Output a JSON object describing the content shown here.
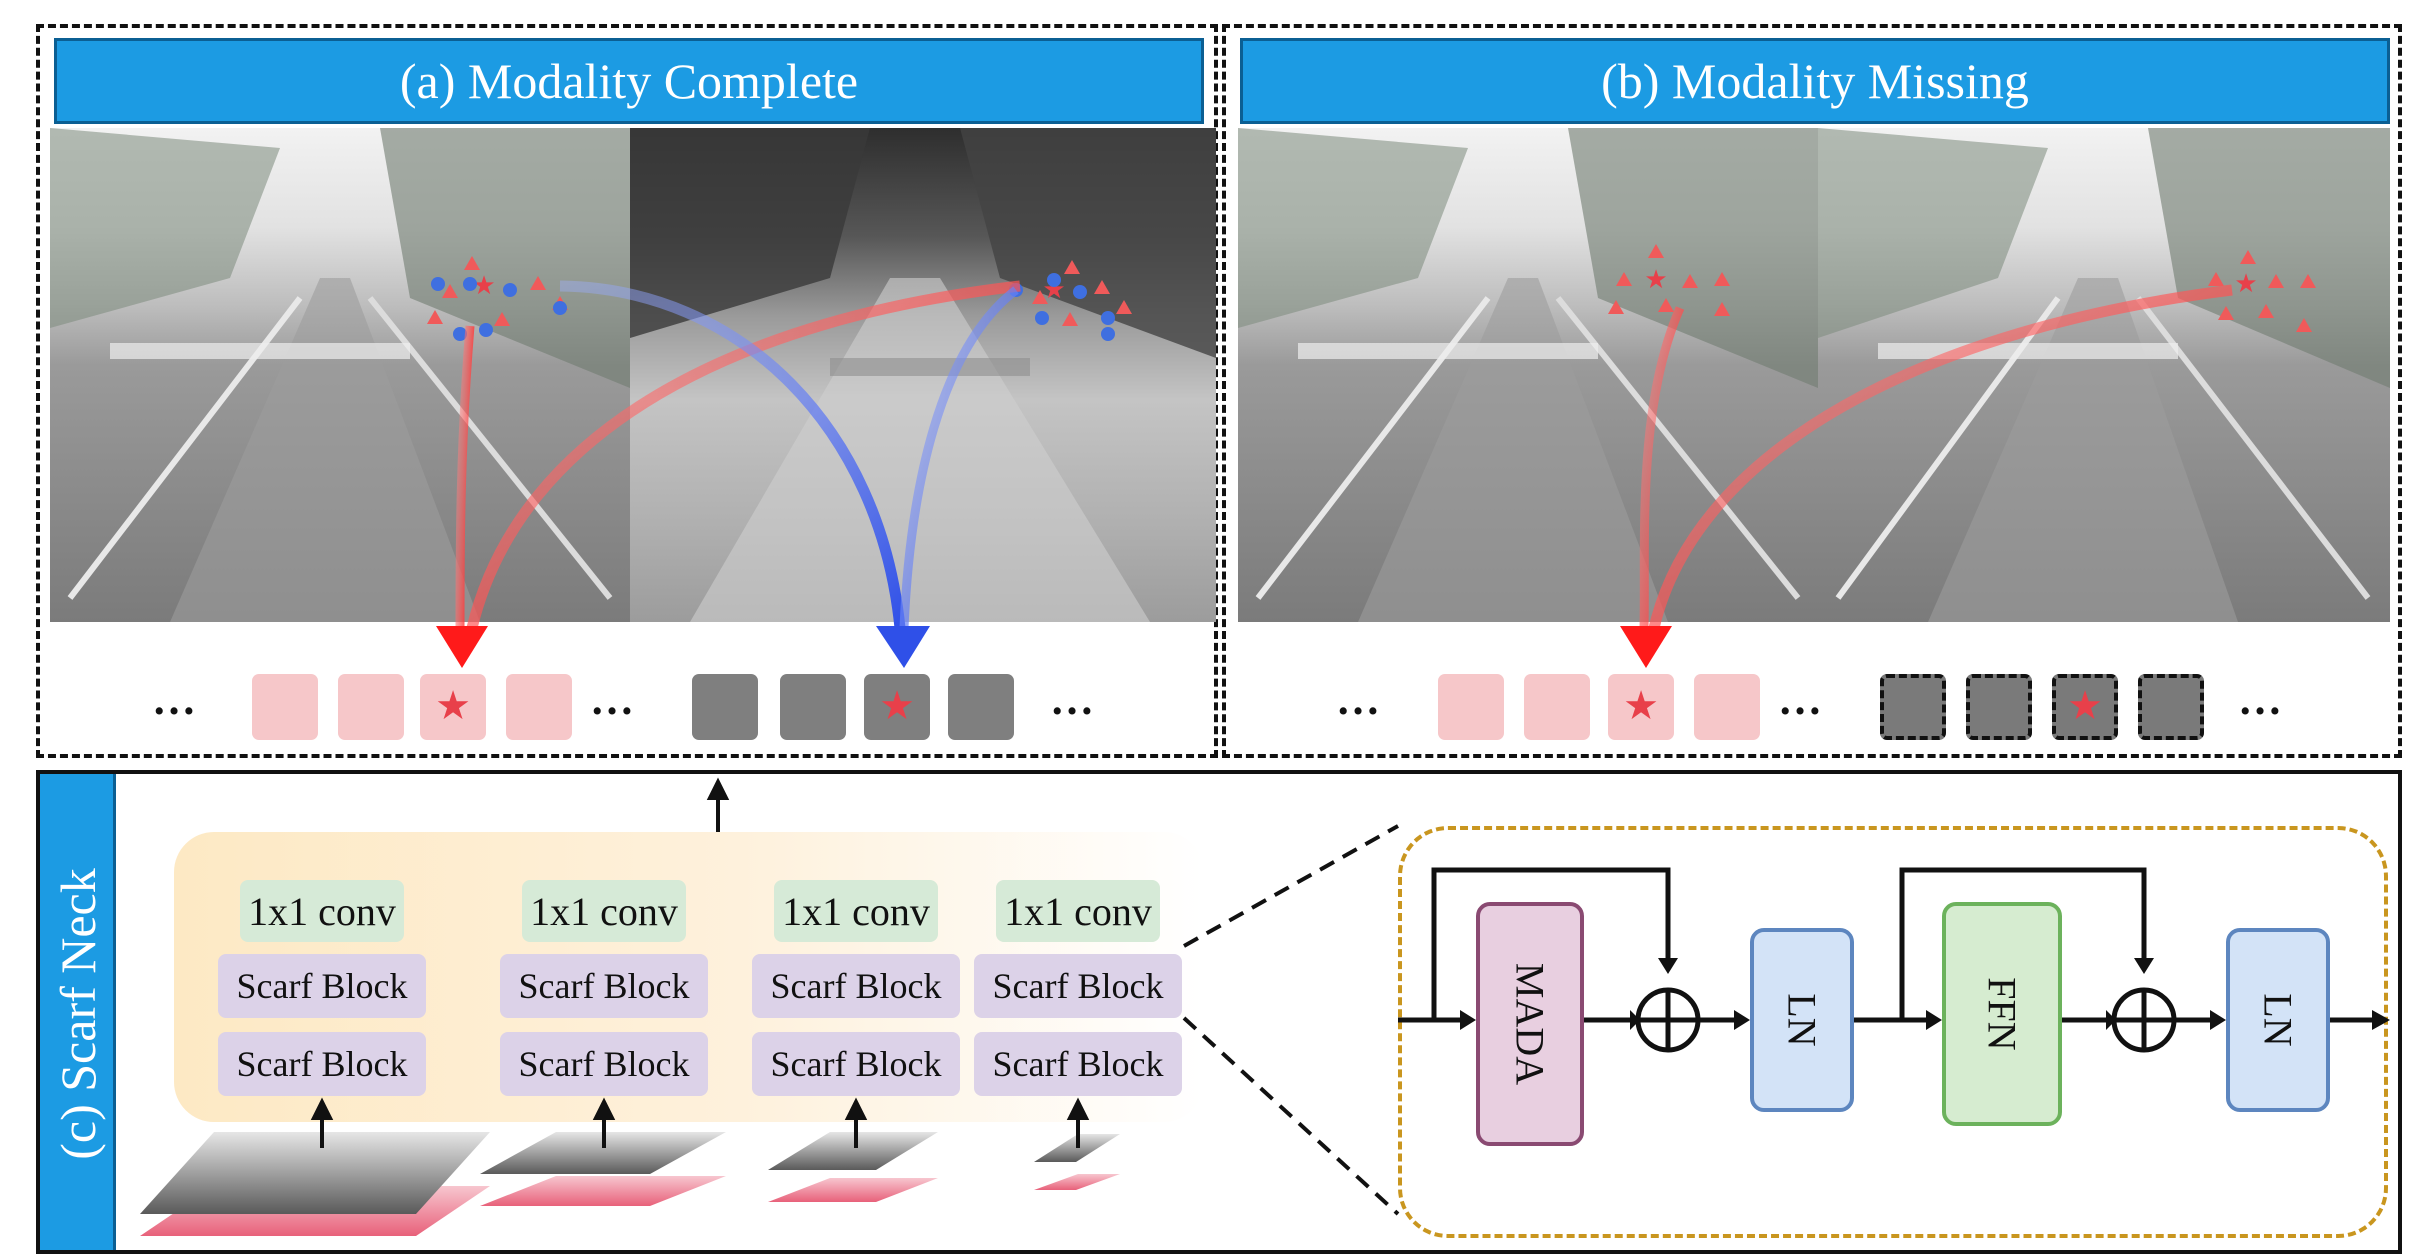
{
  "panel_a": {
    "title": "(a) Modality Complete"
  },
  "panel_b": {
    "title": "(b) Modality Missing"
  },
  "tokens": {
    "ellipsis": "…"
  },
  "panel_c": {
    "side_label": "(c) Scarf Neck",
    "columns": [
      {
        "conv": "1x1 conv",
        "block_top": "Scarf Block",
        "block_bottom": "Scarf Block"
      },
      {
        "conv": "1x1 conv",
        "block_top": "Scarf Block",
        "block_bottom": "Scarf Block"
      },
      {
        "conv": "1x1 conv",
        "block_top": "Scarf Block",
        "block_bottom": "Scarf Block"
      },
      {
        "conv": "1x1 conv",
        "block_top": "Scarf Block",
        "block_bottom": "Scarf Block"
      }
    ],
    "block_detail": {
      "mada": "MADA",
      "ln1": "LN",
      "ffn": "FFN",
      "ln2": "LN"
    }
  },
  "colors": {
    "banner_blue": "#1c9be3",
    "rgb_arrow": "#ff1a1a",
    "ir_arrow": "#2f50e8",
    "token_pink": "#f6c7c9",
    "token_gray": "#7f7f7f",
    "mada_fill": "#e8cfe0",
    "ln_fill": "#d3e3f7",
    "ffn_fill": "#d6ecd0",
    "detail_border": "#c9961f"
  }
}
